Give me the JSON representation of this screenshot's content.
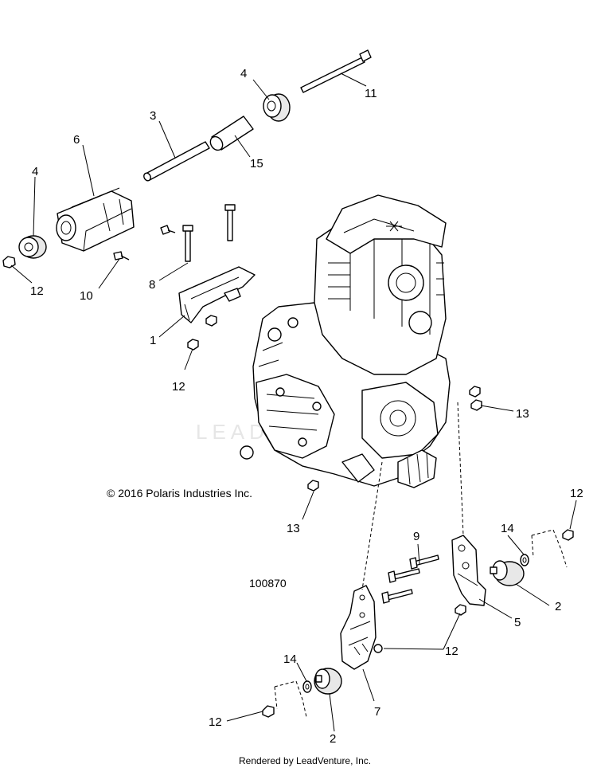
{
  "callouts": {
    "c1": "1",
    "c2a": "2",
    "c2b": "2",
    "c3": "3",
    "c4a": "4",
    "c4b": "4",
    "c5": "5",
    "c6": "6",
    "c7": "7",
    "c8": "8",
    "c9": "9",
    "c10": "10",
    "c11": "11",
    "c12a": "12",
    "c12b": "12",
    "c12c": "12",
    "c12d": "12",
    "c12e": "12",
    "c13a": "13",
    "c13b": "13",
    "c14a": "14",
    "c14b": "14",
    "c15": "15"
  },
  "copyright": "© 2016 Polaris Industries Inc.",
  "diagram_id": "100870",
  "watermark": "LEADVENTURE",
  "footer": "Rendered by LeadVenture, Inc."
}
